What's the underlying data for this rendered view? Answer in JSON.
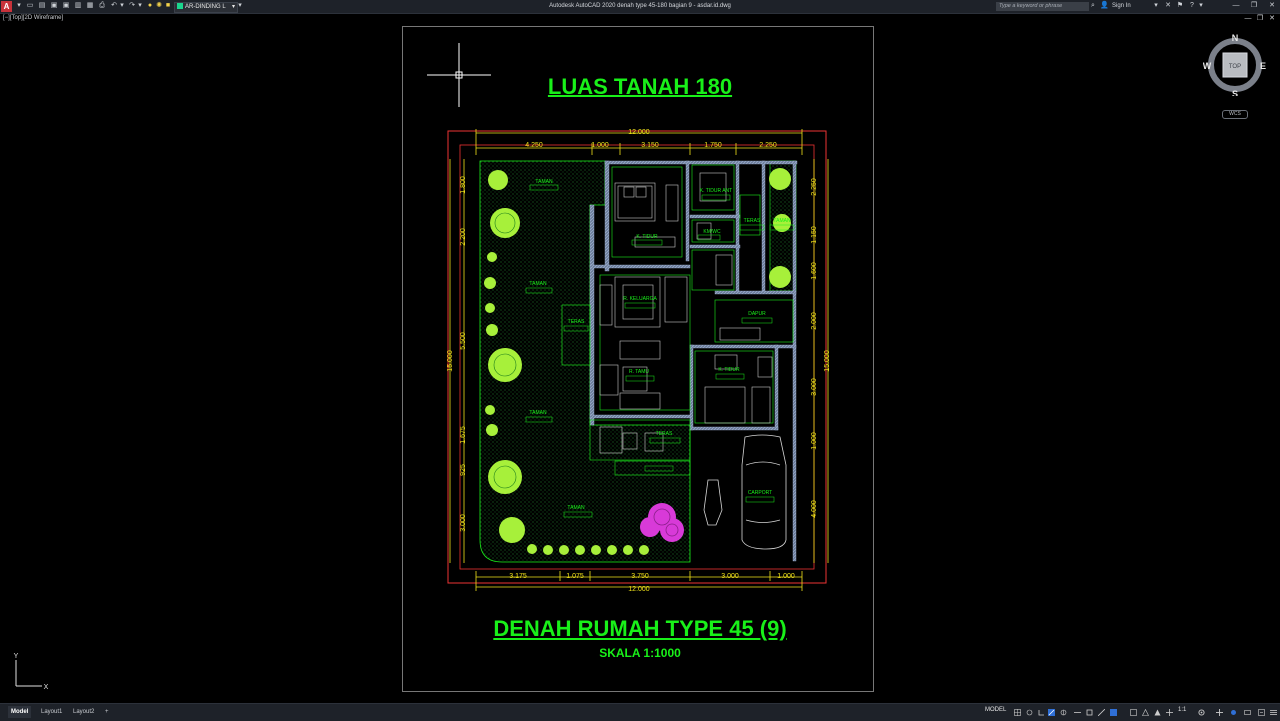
{
  "titlebar": {
    "app_logo": "A",
    "layer_name": "AR-DINDING L",
    "title": "Autodesk AutoCAD 2020    denah type 45-180 bagian 9 - asdar.id.dwg",
    "search_placeholder": "Type a keyword or phrase",
    "sign_in": "Sign In",
    "accent_color": "#c8323a"
  },
  "viewport": {
    "label": "[−][Top][2D Wireframe]"
  },
  "drawing": {
    "title_top": "LUAS TANAH 180",
    "title_bottom": "DENAH RUMAH TYPE 45 (9)",
    "scale": "SKALA 1:1000",
    "top_dims": [
      "12.000",
      "4.250",
      "1.000",
      "3.150",
      "1.750",
      "2.250"
    ],
    "bottom_dims": [
      "3.175",
      "1.075",
      "3.750",
      "3.000",
      "1.000",
      "12.000"
    ],
    "left_dims": [
      "15.000",
      "1.800",
      "2.200",
      "5.500",
      "1.675",
      "925",
      "3.000"
    ],
    "right_dims": [
      "15.000",
      "2.250",
      "1.150",
      "1.600",
      "2.000",
      "3.000",
      "1.000",
      "4.000"
    ],
    "rooms": [
      "TAMAN",
      "K. TIDUR",
      "K. TIDUR ANT",
      "TERAS",
      "TAMAN",
      "KM/WC",
      "R. KELUARGA",
      "TAMAN",
      "TERAS",
      "DAPUR",
      "R. TAMU",
      "K. TIDUR",
      "TAMAN",
      "TERAS",
      "CARPORT",
      "TAMAN"
    ]
  },
  "compass": {
    "n": "N",
    "s": "S",
    "e": "E",
    "w": "W",
    "top": "TOP",
    "wcs": "WCS"
  },
  "ucs": {
    "x": "X",
    "y": "Y"
  },
  "statusbar": {
    "tabs": [
      "Model",
      "Layout1",
      "Layout2",
      "+"
    ],
    "model_label": "MODEL",
    "scale": "1:1"
  }
}
